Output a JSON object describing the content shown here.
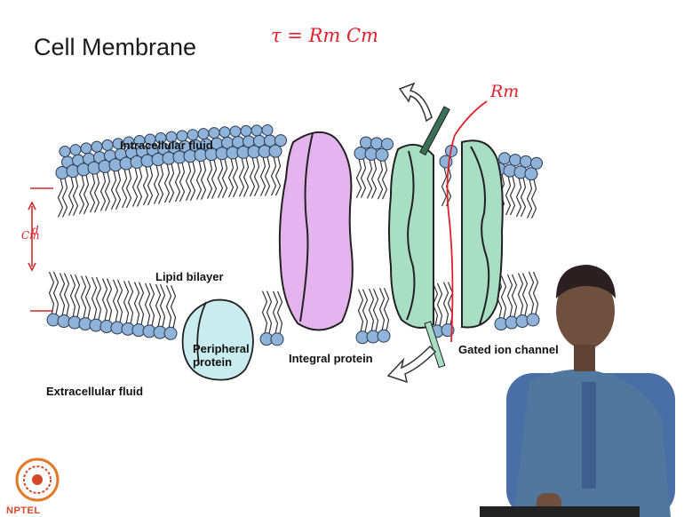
{
  "slide": {
    "title": "Cell Membrane"
  },
  "labels": {
    "intracellular": "Intracellular fluid",
    "lipid_bilayer": "Lipid bilayer",
    "peripheral_line1": "Peripheral",
    "peripheral_line2": "protein",
    "integral_protein": "Integral protein",
    "gated_channel": "Gated ion channel",
    "extracellular": "Extracellular fluid"
  },
  "annotations": {
    "formula": "τ = Rm Cm",
    "rm": "Rm",
    "d": "d",
    "cm": "Cm"
  },
  "logo": {
    "text": "NPTEL"
  },
  "colors": {
    "lipid_head": "#8fb3d9",
    "integral_protein": "#e5b4ee",
    "channel_protein": "#a8dec3",
    "peripheral_protein": "#c9ecee",
    "annotation": "#e0202a",
    "shirt": "#4a6fa6"
  }
}
